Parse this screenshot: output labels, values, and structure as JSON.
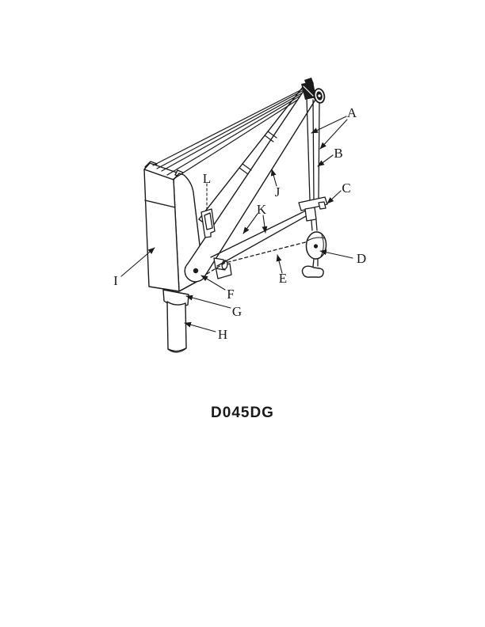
{
  "page": {
    "background": "#ffffff",
    "ink_color": "#1a1a1a"
  },
  "figure": {
    "caption": "D045DG",
    "callouts": [
      "A",
      "B",
      "C",
      "D",
      "E",
      "F",
      "G",
      "H",
      "I",
      "J",
      "K",
      "L"
    ]
  }
}
